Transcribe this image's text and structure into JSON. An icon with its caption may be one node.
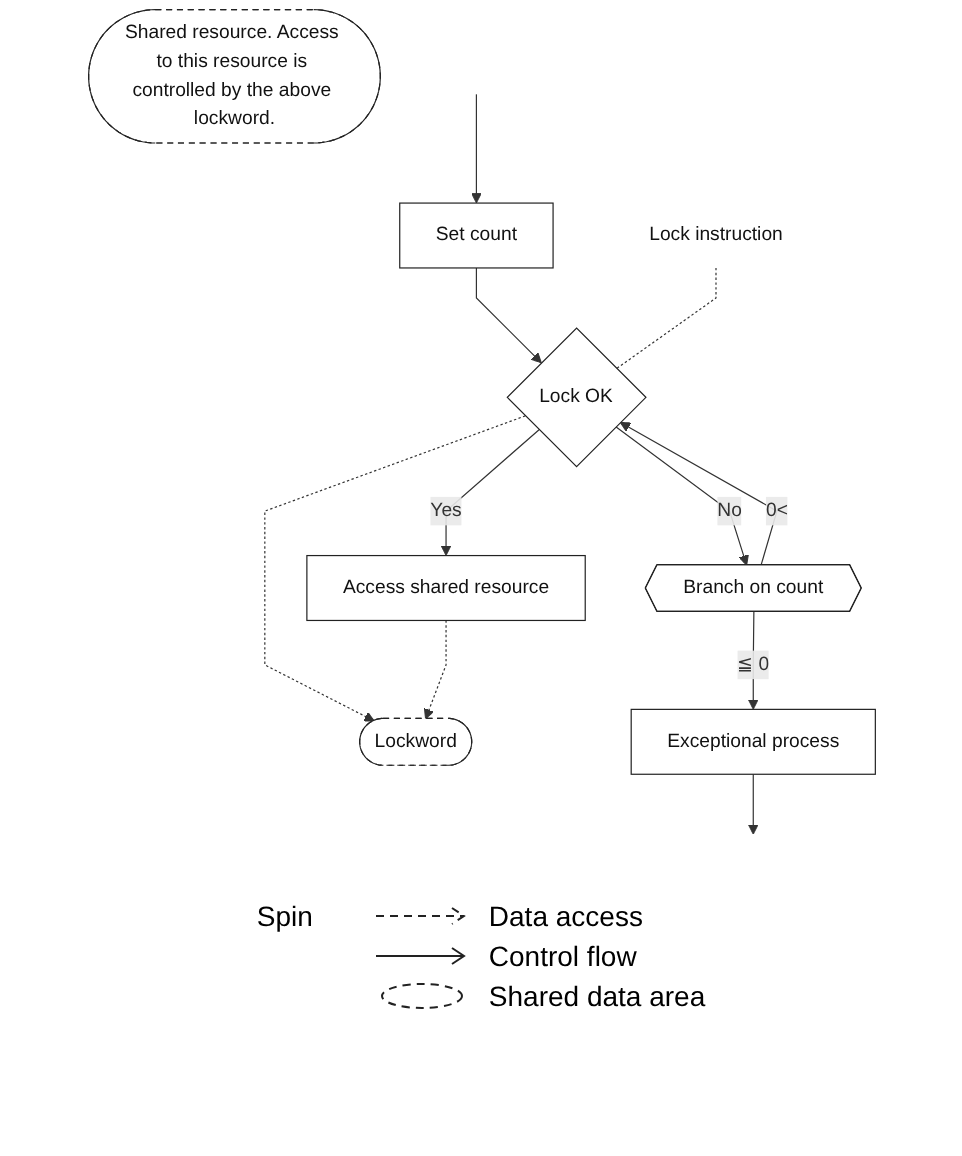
{
  "diagram": {
    "nodes": [
      {
        "text": [
          "Set count"
        ]
      },
      {
        "text": [
          "Lock OK"
        ]
      },
      {
        "text": [
          "Access shared resource"
        ]
      },
      {
        "text": [
          "Lockword"
        ]
      },
      {
        "text": [
          "Shared resource. Access to this resource is controlled by the above lockword."
        ]
      },
      {
        "text": [
          "Branch on count"
        ]
      },
      {
        "text": [
          "Exceptional process"
        ]
      },
      {
        "text": [
          "Lock instruction"
        ]
      }
    ],
    "edges": [
      {
        "from": null,
        "to": 0,
        "arrow": "to"
      },
      {
        "from": 0,
        "to": 1,
        "arrow": "to"
      },
      {
        "from": 1,
        "to": 2,
        "arrow": "to",
        "label": "Yes"
      },
      {
        "from": 1,
        "to": 3,
        "arrow": "to",
        "style": "dashed"
      },
      {
        "from": 2,
        "to": 3,
        "arrow": "to",
        "style": "dashed"
      },
      {
        "from": 1,
        "to": 5,
        "arrow": "to",
        "label": "No"
      },
      {
        "from": 5,
        "to": 1,
        "arrow": "to",
        "label": "0<"
      },
      {
        "from": 5,
        "to": 6,
        "arrow": "to",
        "label": "≦ 0"
      },
      {
        "from": 6,
        "to": null,
        "arrow": "to"
      },
      {
        "from": 7,
        "to": 1,
        "arrow": "none",
        "style": "dashed"
      }
    ],
    "labels": [
      "Spin"
    ],
    "legend": [
      {
        "text": "Data access"
      },
      {
        "text": "Control flow"
      },
      {
        "text": "Shared data area"
      }
    ]
  }
}
